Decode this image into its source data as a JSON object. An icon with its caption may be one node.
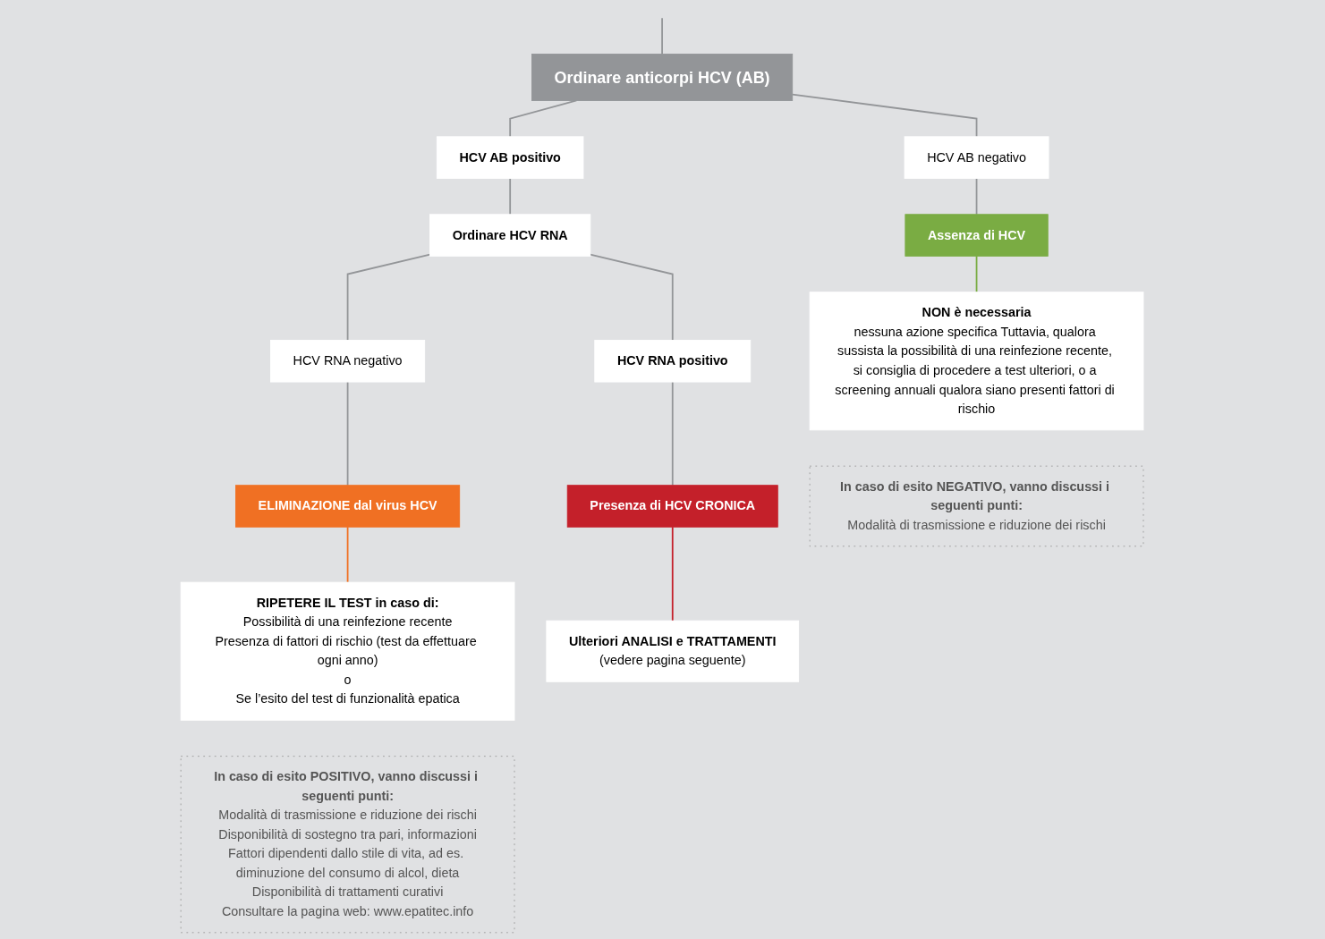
{
  "diagram": {
    "nodes": [
      {
        "text": [
          "Ordinare anticorpi HCV (AB)"
        ]
      },
      {
        "text": [
          "HCV AB negativo"
        ]
      },
      {
        "text": [
          "HCV AB positivo"
        ]
      },
      {
        "text": [
          "Ordinare HCV RNA"
        ]
      },
      {
        "text": [
          "HCV RNA negativo"
        ]
      },
      {
        "text": [
          "HCV RNA positivo"
        ]
      },
      {
        "text": [
          "Assenza di HCV"
        ]
      },
      {
        "text": [
          "ELIMINAZIONE dal virus HCV"
        ]
      },
      {
        "text": [
          "Presenza di HCV CRONICA"
        ]
      },
      {
        "text": [
          "NON è necessaria",
          "nessuna azione specifica Tuttavia, qualora sussista la possibilità di una reinfezione recente, si consiglia di procedere a test ulteriori, o a screening annuali qualora siano presenti fattori di rischio"
        ]
      },
      {
        "text": [
          "RIPETERE IL TEST in caso di:",
          "Possibilità di una reinfezione recente",
          "Presenza di fattori di rischio (test da effettuare ogni anno)",
          "o",
          "Se l’esito del test di funzionalità epatica"
        ]
      },
      {
        "text": [
          "Ulteriori ANALISI e TRATTAMENTI",
          "(vedere pagina seguente)"
        ]
      },
      {
        "text": [
          "In caso di esito NEGATIVO, vanno discussi i seguenti punti:",
          "Modalità di trasmissione e riduzione dei rischi"
        ]
      },
      {
        "text": [
          "In caso di esito POSITIVO, vanno discussi i seguenti punti:",
          "Modalità di trasmissione e riduzione dei rischi",
          "Disponibilità di sostegno tra pari, informazioni",
          "Fattori dipendenti dallo stile di vita, ad es. diminuzione del consumo di alcol, dieta",
          "Disponibilità di trattamenti curativi",
          "Consultare la pagina web: www.epatitec.info"
        ]
      }
    ],
    "edges": [
      {
        "from": null,
        "to": 0,
        "arrow": "none"
      },
      {
        "from": 0,
        "to": 1,
        "arrow": "none"
      },
      {
        "from": 0,
        "to": 2,
        "arrow": "none"
      },
      {
        "from": 2,
        "to": 3,
        "arrow": "none"
      },
      {
        "from": 3,
        "to": 4,
        "arrow": "none"
      },
      {
        "from": 3,
        "to": 5,
        "arrow": "none"
      },
      {
        "from": 1,
        "to": 6,
        "arrow": "none"
      },
      {
        "from": 4,
        "to": 7,
        "arrow": "none"
      },
      {
        "from": 5,
        "to": 8,
        "arrow": "none"
      },
      {
        "from": 6,
        "to": 9,
        "arrow": "none",
        "color": "#7aac43"
      },
      {
        "from": 7,
        "to": 10,
        "arrow": "none",
        "color": "#f07023"
      },
      {
        "from": 8,
        "to": 11,
        "arrow": "none",
        "color": "#c4202a"
      }
    ]
  }
}
